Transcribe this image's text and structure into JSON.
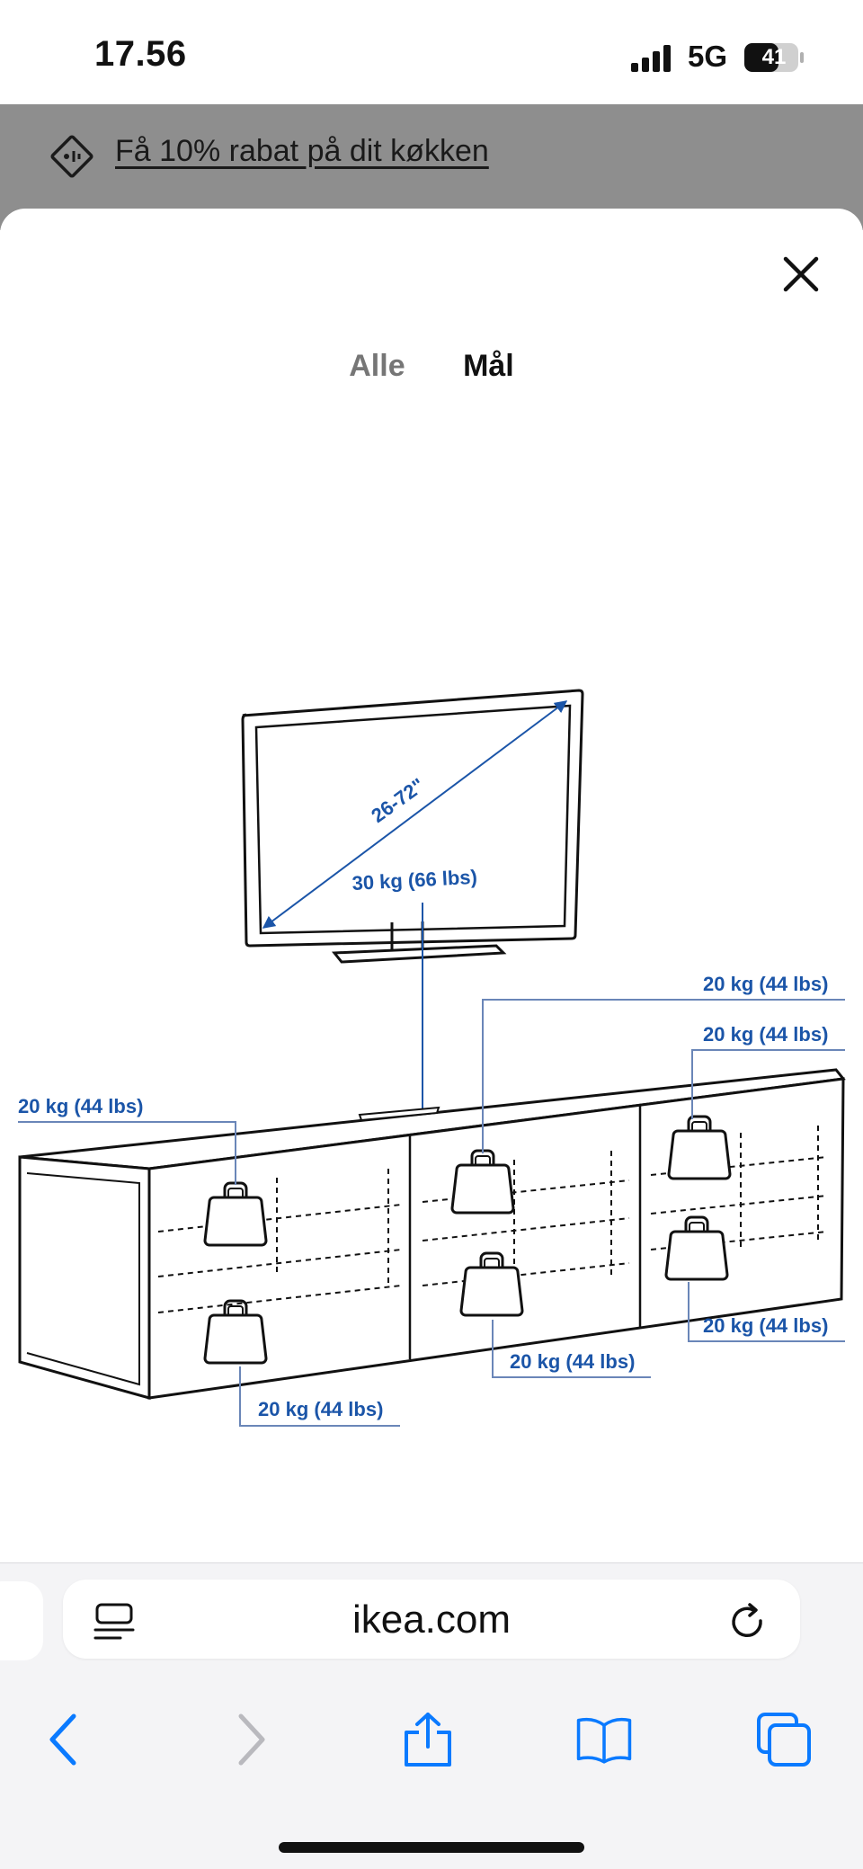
{
  "status_bar": {
    "time": "17.56",
    "network": "5G",
    "battery_level": "41"
  },
  "promo_banner": {
    "text": "Få 10% rabat på dit køkken",
    "icon": "price-tag-icon"
  },
  "tabs": [
    {
      "label": "Alle",
      "active": false
    },
    {
      "label": "Mål",
      "active": true
    }
  ],
  "illustration": {
    "tv_size": "26-72\"",
    "tv_load": "30 kg (66 lbs)",
    "shelf_loads": [
      "20 kg (44 lbs)",
      "20 kg (44 lbs)",
      "20 kg (44 lbs)",
      "20 kg (44 lbs)",
      "20 kg (44 lbs)",
      "20 kg (44 lbs)"
    ]
  },
  "browser": {
    "url": "ikea.com",
    "icons": [
      "reader-icon",
      "reload-icon",
      "back-icon",
      "forward-icon",
      "share-icon",
      "bookmarks-icon",
      "tabs-icon"
    ]
  },
  "colors": {
    "accent": "#1b55a8",
    "ios_blue": "#0a7aff",
    "backdrop": "#8e8e8e"
  }
}
